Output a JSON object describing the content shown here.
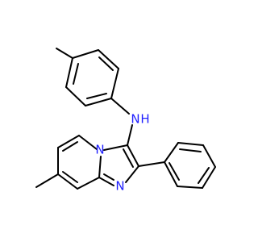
{
  "molecule": {
    "atoms": {
      "amine_nitrogen": {
        "symbol": "N",
        "hydrogen": "H"
      },
      "ring_nitrogen_bridge": {
        "symbol": "N"
      },
      "ring_nitrogen_imine": {
        "symbol": "N"
      }
    }
  },
  "colors": {
    "nitrogen": "#1f1fff",
    "bond": "#000000",
    "background": "#ffffff"
  }
}
